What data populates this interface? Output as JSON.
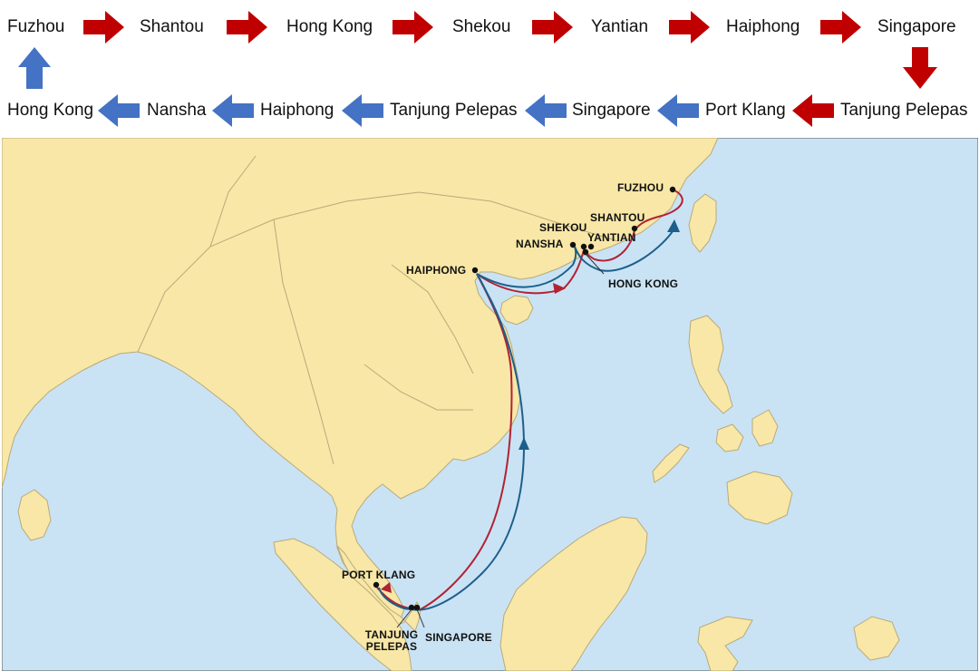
{
  "rotation": {
    "outbound": [
      "Fuzhou",
      "Shantou",
      "Hong Kong",
      "Shekou",
      "Yantian",
      "Haiphong",
      "Singapore"
    ],
    "return": [
      "Tanjung Pelepas",
      "Port Klang",
      "Singapore",
      "Tanjung Pelepas",
      "Haiphong",
      "Nansha",
      "Hong Kong"
    ],
    "colors": {
      "outbound_arrow": "#c00000",
      "return_arrow": "#4472c4"
    }
  },
  "map": {
    "colors": {
      "sea": "#c9e3f4",
      "land": "#f8e7a6",
      "border": "#b9a97a",
      "outbound_route": "#b22234",
      "return_route": "#1c5f8c"
    },
    "ports": {
      "fuzhou": "FUZHOU",
      "shantou": "SHANTOU",
      "shekou": "SHEKOU",
      "yantian": "YANTIAN",
      "nansha": "NANSHA",
      "hong_kong": "HONG KONG",
      "haiphong": "HAIPHONG",
      "port_klang": "PORT KLANG",
      "tanjung_pelepas": "TANJUNG PELEPAS",
      "singapore": "SINGAPORE"
    }
  }
}
